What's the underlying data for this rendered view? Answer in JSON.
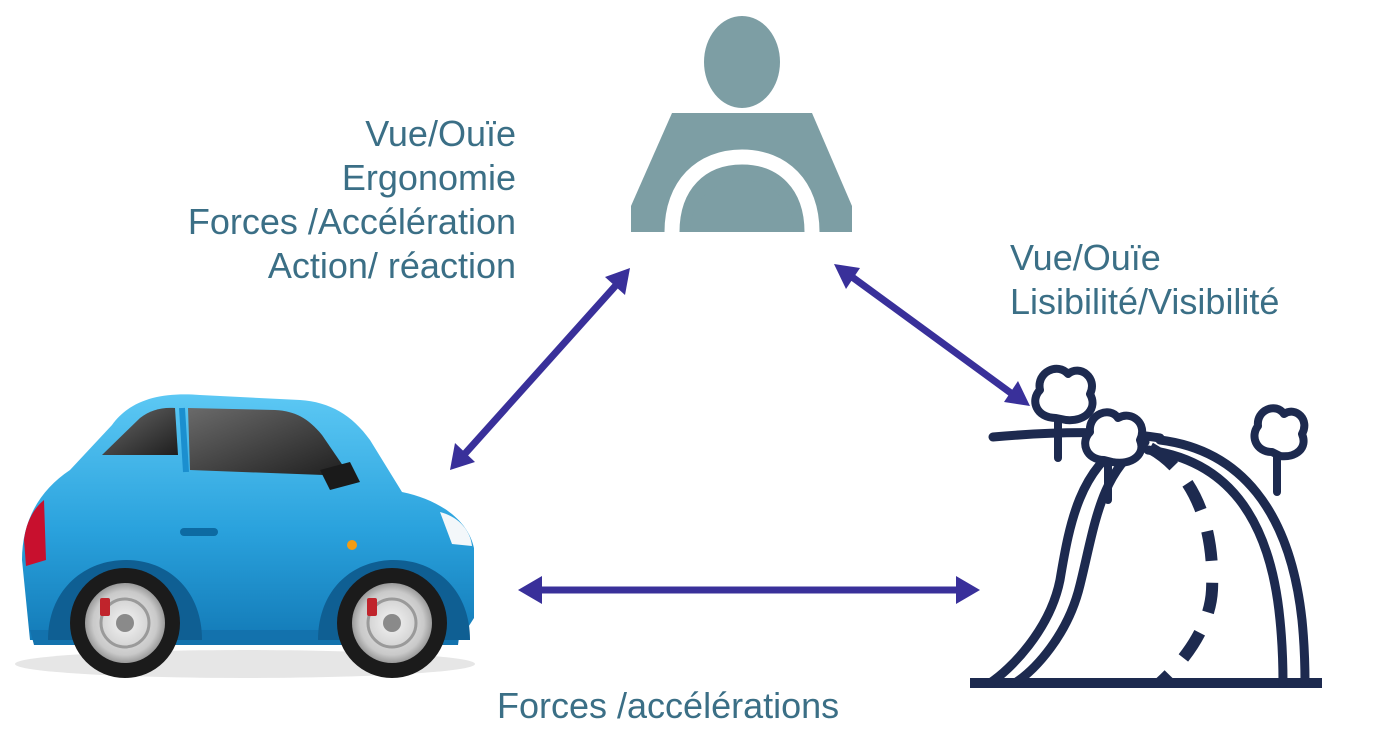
{
  "colors": {
    "text": "#3b6f86",
    "arrow": "#39309a",
    "driver": "#7d9ea4",
    "road": "#1d2a4f",
    "car_body": "#29a3e0"
  },
  "icons": {
    "driver": "driver-icon",
    "car": "car-icon",
    "road": "road-icon"
  },
  "links": {
    "driver_vehicle": {
      "lines": [
        "Vue/Ouïe",
        "Ergonomie",
        "Forces /Accélération",
        "Action/ réaction"
      ]
    },
    "driver_road": {
      "lines": [
        "Vue/Ouïe",
        "Lisibilité/Visibilité"
      ]
    },
    "vehicle_road": {
      "label": "Forces /accélérations"
    }
  }
}
